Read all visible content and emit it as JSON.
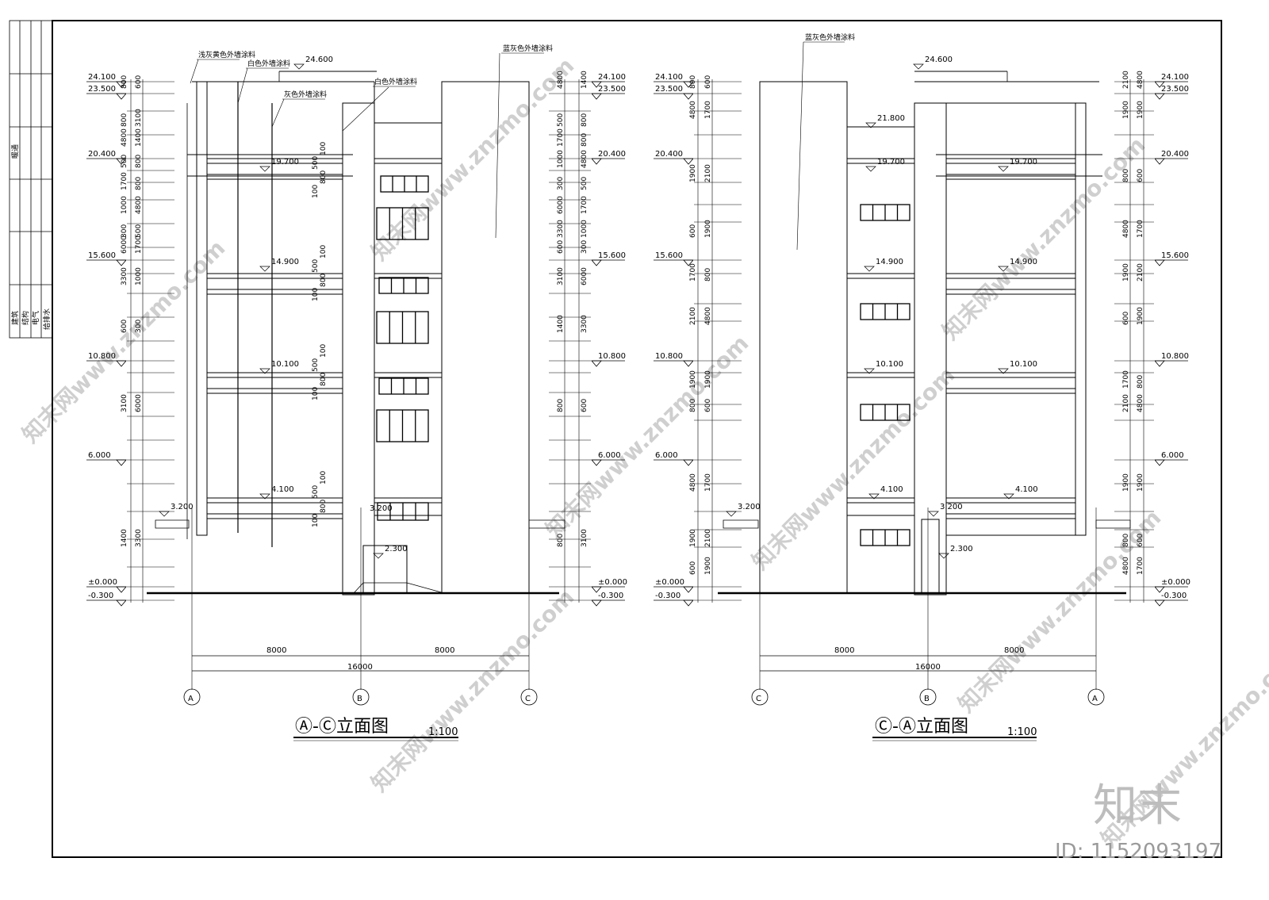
{
  "side_table": {
    "row1": "暖通",
    "col1": "建筑",
    "col2": "结构",
    "col3": "电气",
    "col4": "给排水"
  },
  "left_elevation": {
    "title": "Ⓐ-Ⓒ立面图",
    "scale": "1:100",
    "axes": [
      "A",
      "B",
      "C"
    ],
    "dim_segments": [
      "8000",
      "8000"
    ],
    "dim_total": "16000",
    "level_labels": [
      "24.100",
      "23.500",
      "20.400",
      "15.600",
      "10.800",
      "6.000",
      "±0.000",
      "-0.300"
    ],
    "inner_levels": [
      "24.600",
      "19.700",
      "14.900",
      "10.100",
      "4.100",
      "3.200",
      "2.300"
    ],
    "annotations": [
      "浅灰黄色外墙涂料",
      "白色外墙涂料",
      "灰色外墙涂料",
      "白色外墙涂料",
      "蓝灰色外墙涂料"
    ],
    "dims_left": [
      "600",
      "3100",
      "1400",
      "800",
      "800",
      "4800",
      "500",
      "1700",
      "1000",
      "300",
      "6000",
      "3300"
    ],
    "dims_inner": [
      "100",
      "800",
      "500",
      "100"
    ]
  },
  "right_elevation": {
    "title": "Ⓒ-Ⓐ立面图",
    "scale": "1:100",
    "axes": [
      "C",
      "B",
      "A"
    ],
    "dim_segments": [
      "8000",
      "8000"
    ],
    "dim_total": "16000",
    "level_labels": [
      "24.100",
      "23.500",
      "20.400",
      "15.600",
      "10.800",
      "6.000",
      "±0.000",
      "-0.300"
    ],
    "inner_levels": [
      "24.600",
      "21.800",
      "19.700",
      "14.900",
      "10.100",
      "4.100",
      "3.200",
      "2.300"
    ],
    "annotations": [
      "蓝灰色外墙涂料"
    ],
    "dims_left": [
      "600",
      "1700",
      "2100",
      "1900",
      "800",
      "4800",
      "1900"
    ]
  },
  "watermark": {
    "text": "知末网www.znzmo.com",
    "logo": "知末",
    "id": "ID: 1152093197"
  }
}
